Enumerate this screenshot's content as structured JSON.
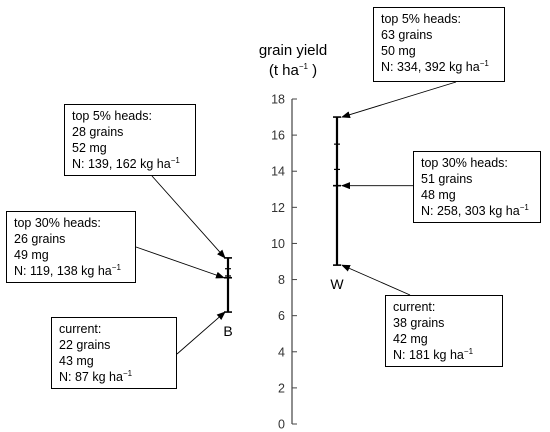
{
  "chart_data": {
    "type": "range",
    "ylabel_line1": "grain yield",
    "ylabel_line2": "(t ha",
    "ylabel_sup": "−1",
    "ylabel_close": ")",
    "ylim": [
      0,
      18
    ],
    "yticks": [
      "0",
      "2",
      "4",
      "6",
      "8",
      "10",
      "12",
      "14",
      "16",
      "18"
    ],
    "series": [
      {
        "name": "B",
        "current": 6.2,
        "top30": 8.1,
        "top5": 9.2,
        "inner_ticks": [
          8.2,
          8.6
        ],
        "annotations": {
          "top5": {
            "heading": "top 5% heads:",
            "grains": "28 grains",
            "mass": "52 mg",
            "n_prefix": "N: 139, 162 kg ha",
            "n_sup": "−1"
          },
          "top30": {
            "heading": "top 30% heads:",
            "grains": "26 grains",
            "mass": "49 mg",
            "n_prefix": "N: 119, 138 kg ha",
            "n_sup": "−1"
          },
          "current": {
            "heading": "current:",
            "grains": "22 grains",
            "mass": "43 mg",
            "n_prefix": "N: 87 kg ha",
            "n_sup": "−1"
          }
        }
      },
      {
        "name": "W",
        "current": 8.8,
        "top30": 13.2,
        "top5": 17.0,
        "inner_ticks": [
          14.1,
          15.5
        ],
        "annotations": {
          "top5": {
            "heading": "top 5% heads:",
            "grains": "63 grains",
            "mass": "50 mg",
            "n_prefix": "N: 334, 392 kg ha",
            "n_sup": "−1"
          },
          "top30": {
            "heading": "top 30% heads:",
            "grains": "51 grains",
            "mass": "48 mg",
            "n_prefix": "N: 258, 303 kg ha",
            "n_sup": "−1"
          },
          "current": {
            "heading": "current:",
            "grains": "38 grains",
            "mass": "42 mg",
            "n_prefix": "N: 181 kg ha",
            "n_sup": "−1"
          }
        }
      }
    ]
  }
}
